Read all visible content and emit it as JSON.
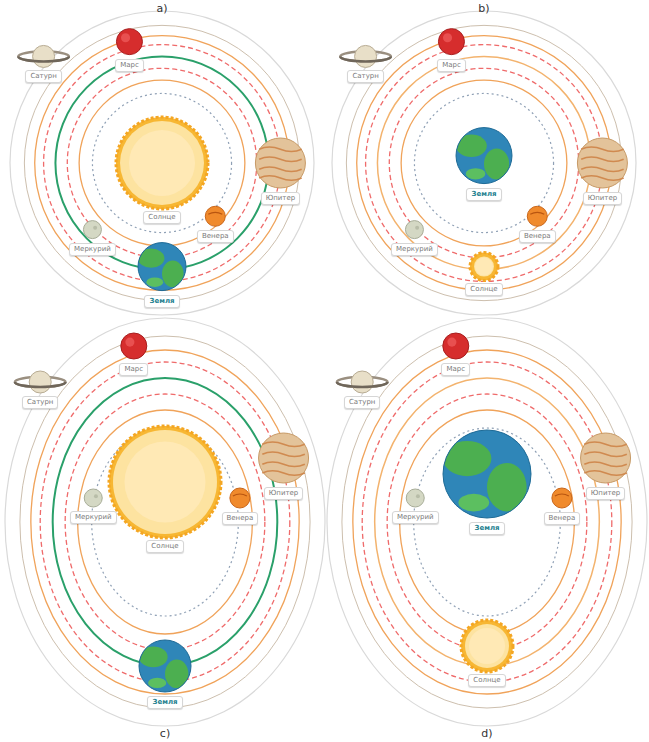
{
  "diagram": {
    "nodes": [
      {
        "text": [
          "Сатурн"
        ]
      },
      {
        "text": [
          "Марс"
        ]
      },
      {
        "text": [
          "Юпитер"
        ]
      },
      {
        "text": [
          "Солнце"
        ]
      },
      {
        "text": [
          "Меркурий"
        ]
      },
      {
        "text": [
          "Венера"
        ]
      },
      {
        "text": [
          "Земля"
        ]
      },
      {
        "text": [
          "Сатурн"
        ]
      },
      {
        "text": [
          "Марс"
        ]
      },
      {
        "text": [
          "Юпитер"
        ]
      },
      {
        "text": [
          "Земля"
        ]
      },
      {
        "text": [
          "Меркурий"
        ]
      },
      {
        "text": [
          "Венера"
        ]
      },
      {
        "text": [
          "Солнце"
        ]
      },
      {
        "text": [
          "Сатурн"
        ]
      },
      {
        "text": [
          "Марс"
        ]
      },
      {
        "text": [
          "Юпитер"
        ]
      },
      {
        "text": [
          "Солнце"
        ]
      },
      {
        "text": [
          "Меркурий"
        ]
      },
      {
        "text": [
          "Венера"
        ]
      },
      {
        "text": [
          "Земля"
        ]
      },
      {
        "text": [
          "Сатурн"
        ]
      },
      {
        "text": [
          "Марс"
        ]
      },
      {
        "text": [
          "Юпитер"
        ]
      },
      {
        "text": [
          "Земля"
        ]
      },
      {
        "text": [
          "Меркурий"
        ]
      },
      {
        "text": [
          "Венера"
        ]
      },
      {
        "text": [
          "Солнце"
        ]
      }
    ],
    "labels": [
      "a)",
      "b)",
      "c)",
      "d)"
    ]
  }
}
